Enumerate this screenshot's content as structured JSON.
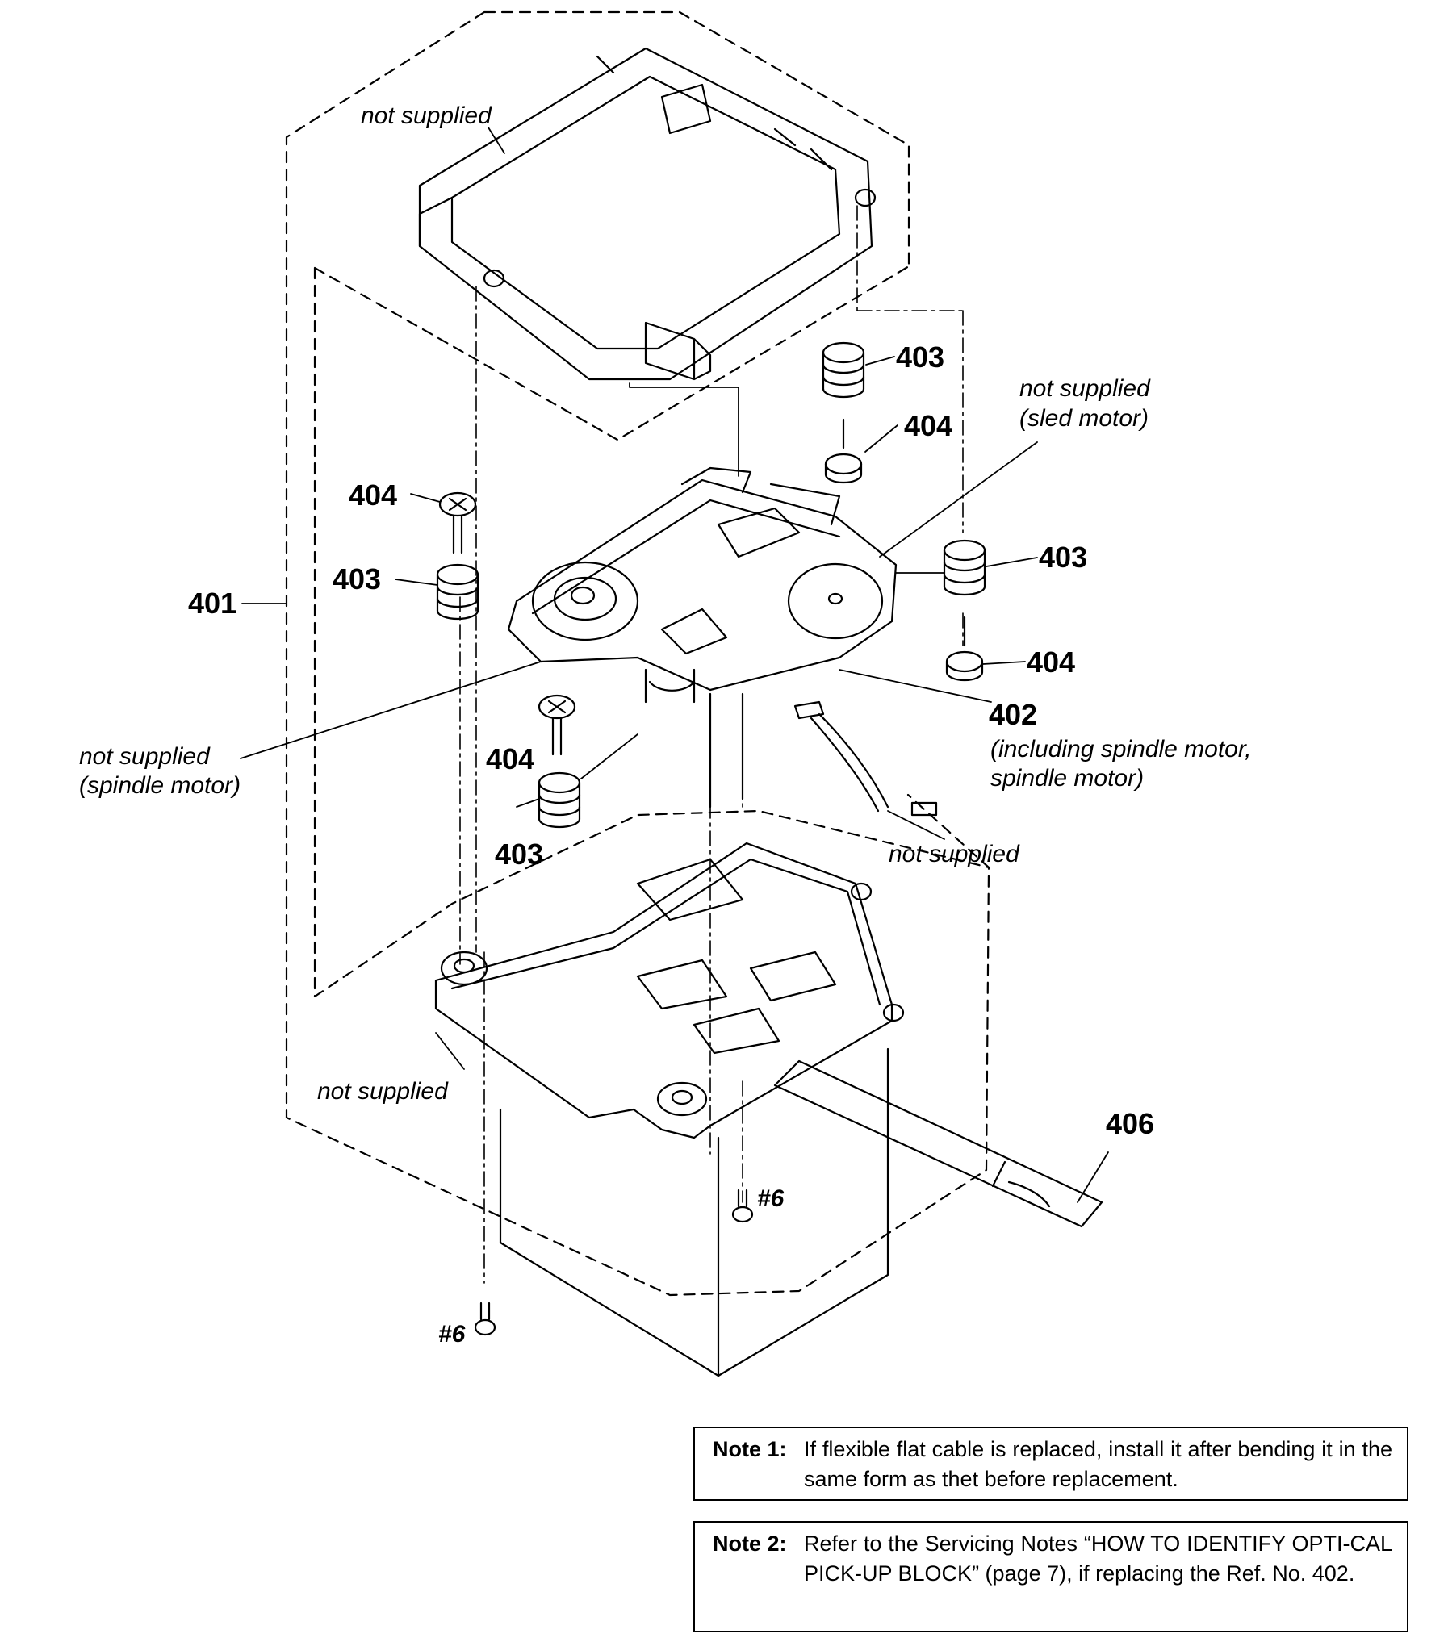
{
  "callouts": {
    "c401": "401",
    "c402": "402",
    "c403_top": "403",
    "c403_left": "403",
    "c403_right": "403",
    "c403_bottom": "403",
    "c404_top": "404",
    "c404_left": "404",
    "c404_right": "404",
    "c404_bottom": "404",
    "c406": "406",
    "screw6_a": "#6",
    "screw6_b": "#6"
  },
  "labels": {
    "ns_top": "not supplied",
    "ns_sled_1": "not supplied",
    "ns_sled_2": "(sled motor)",
    "ns_spindle_1": "not supplied",
    "ns_spindle_2": "(spindle motor)",
    "incl_1": "(including spindle motor,",
    "incl_2": "spindle motor)",
    "ns_cable": "not supplied",
    "ns_bottom": "not supplied"
  },
  "notes": {
    "note1_label": "Note 1:",
    "note1_text": "If flexible flat cable is replaced, install it after bending it in the same form as thet before replacement.",
    "note2_label": "Note 2:",
    "note2_text": "Refer to the Servicing Notes “HOW TO IDENTIFY OPTI-CAL PICK-UP BLOCK” (page 7), if replacing the Ref. No. 402."
  }
}
